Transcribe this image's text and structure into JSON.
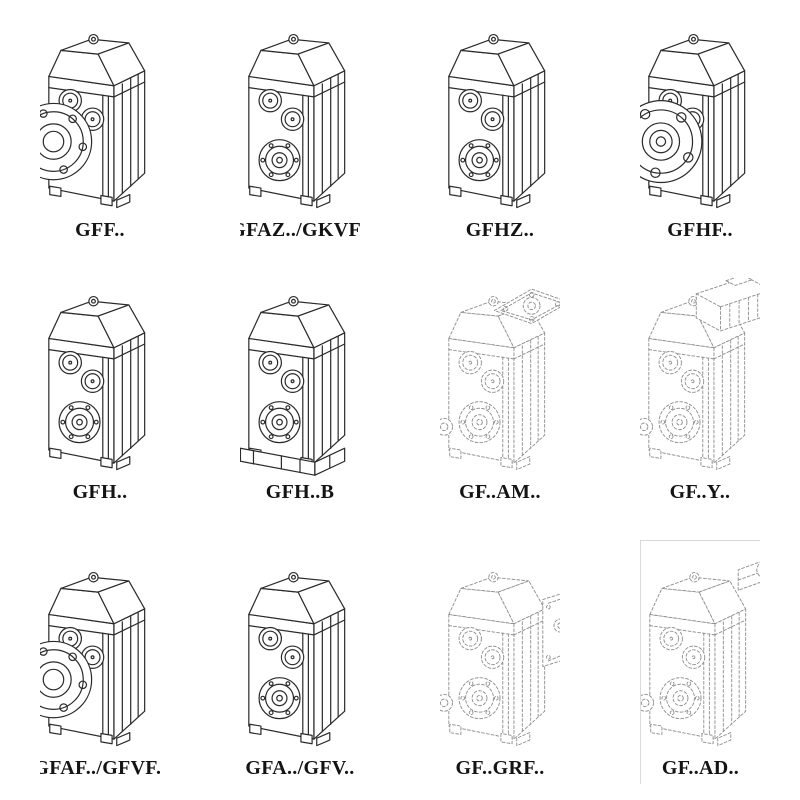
{
  "page": {
    "background": "#ffffff",
    "description": "Catalog grid of parallel-shaft helical gearbox mounting variants, 4 columns x 3 rows of technical line drawings with model labels"
  },
  "colors": {
    "solid_line": "#2b2b2b",
    "dashed_line": "#8f8f8f",
    "label_text": "#141414"
  },
  "grid": {
    "columns": 4,
    "rows": 3
  },
  "cells": [
    {
      "label": "GFF..",
      "icon": "gearbox-output-flange-icon",
      "style": "solid"
    },
    {
      "label": "GFAZ../GKVF..",
      "icon": "gearbox-hollow-shaft-icon",
      "style": "solid"
    },
    {
      "label": "GFHZ..",
      "icon": "gearbox-hollow-shaft-icon",
      "style": "solid"
    },
    {
      "label": "GFHF..",
      "icon": "gearbox-front-flange-icon",
      "style": "solid"
    },
    {
      "label": "GFH..",
      "icon": "gearbox-shaft-mounted-icon",
      "style": "solid"
    },
    {
      "label": "GFH..B",
      "icon": "gearbox-foot-mounted-icon",
      "style": "solid"
    },
    {
      "label": "GF..AM..",
      "icon": "gearbox-motor-adapter-icon",
      "style": "dashed"
    },
    {
      "label": "GF..Y..",
      "icon": "gearbox-with-motor-icon",
      "style": "dashed"
    },
    {
      "label": "GFAF../GFVF..",
      "icon": "gearbox-output-flange-icon",
      "style": "solid"
    },
    {
      "label": "GFA../GFV..",
      "icon": "gearbox-hollow-shaft-icon",
      "style": "solid"
    },
    {
      "label": "GF..GRF..",
      "icon": "gearbox-input-flange-box-icon",
      "style": "dashed"
    },
    {
      "label": "GF..AD..",
      "icon": "gearbox-input-adapter-icon",
      "style": "dashed"
    }
  ]
}
